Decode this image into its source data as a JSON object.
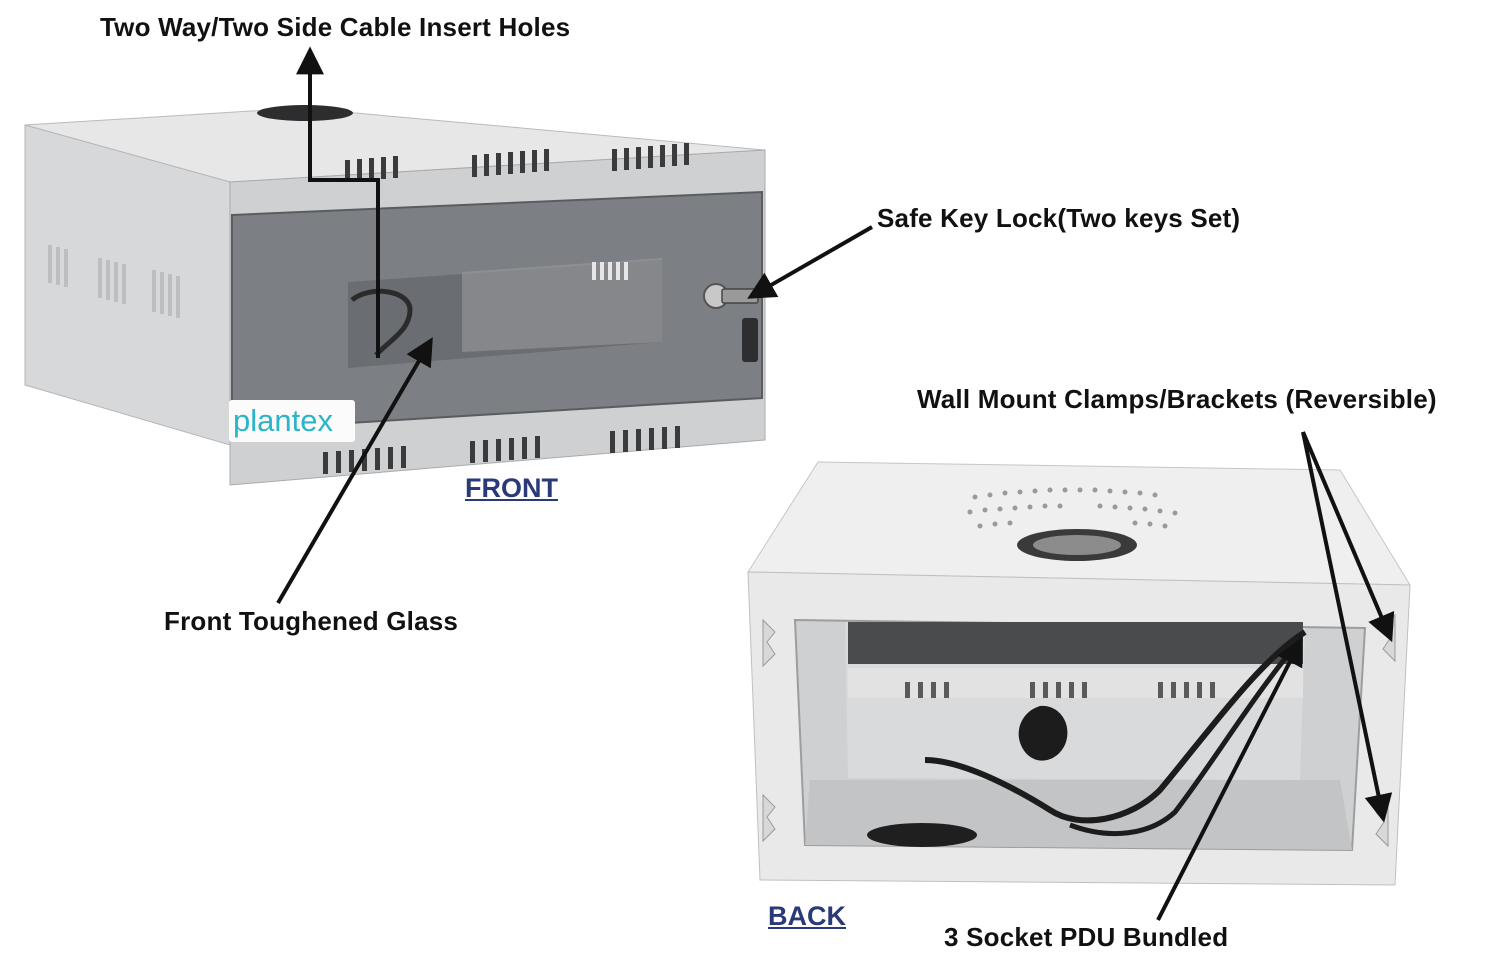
{
  "labels": {
    "cable_holes": "Two Way/Two Side Cable Insert Holes",
    "key_lock": "Safe Key Lock(Two keys Set)",
    "front_glass": "Front Toughened Glass",
    "wall_mount": "Wall Mount Clamps/Brackets (Reversible)",
    "pdu": "3 Socket PDU Bundled"
  },
  "captions": {
    "front": "FRONT",
    "back": "BACK"
  },
  "brand": "plantex",
  "colors": {
    "label_text": "#111111",
    "caption_text": "#2a3a78",
    "brand_text": "#2bb5c9",
    "cabinet_front": "#d4d5d7",
    "glass_door": "#7c7f84",
    "cabinet_back": "#eeeeee"
  }
}
